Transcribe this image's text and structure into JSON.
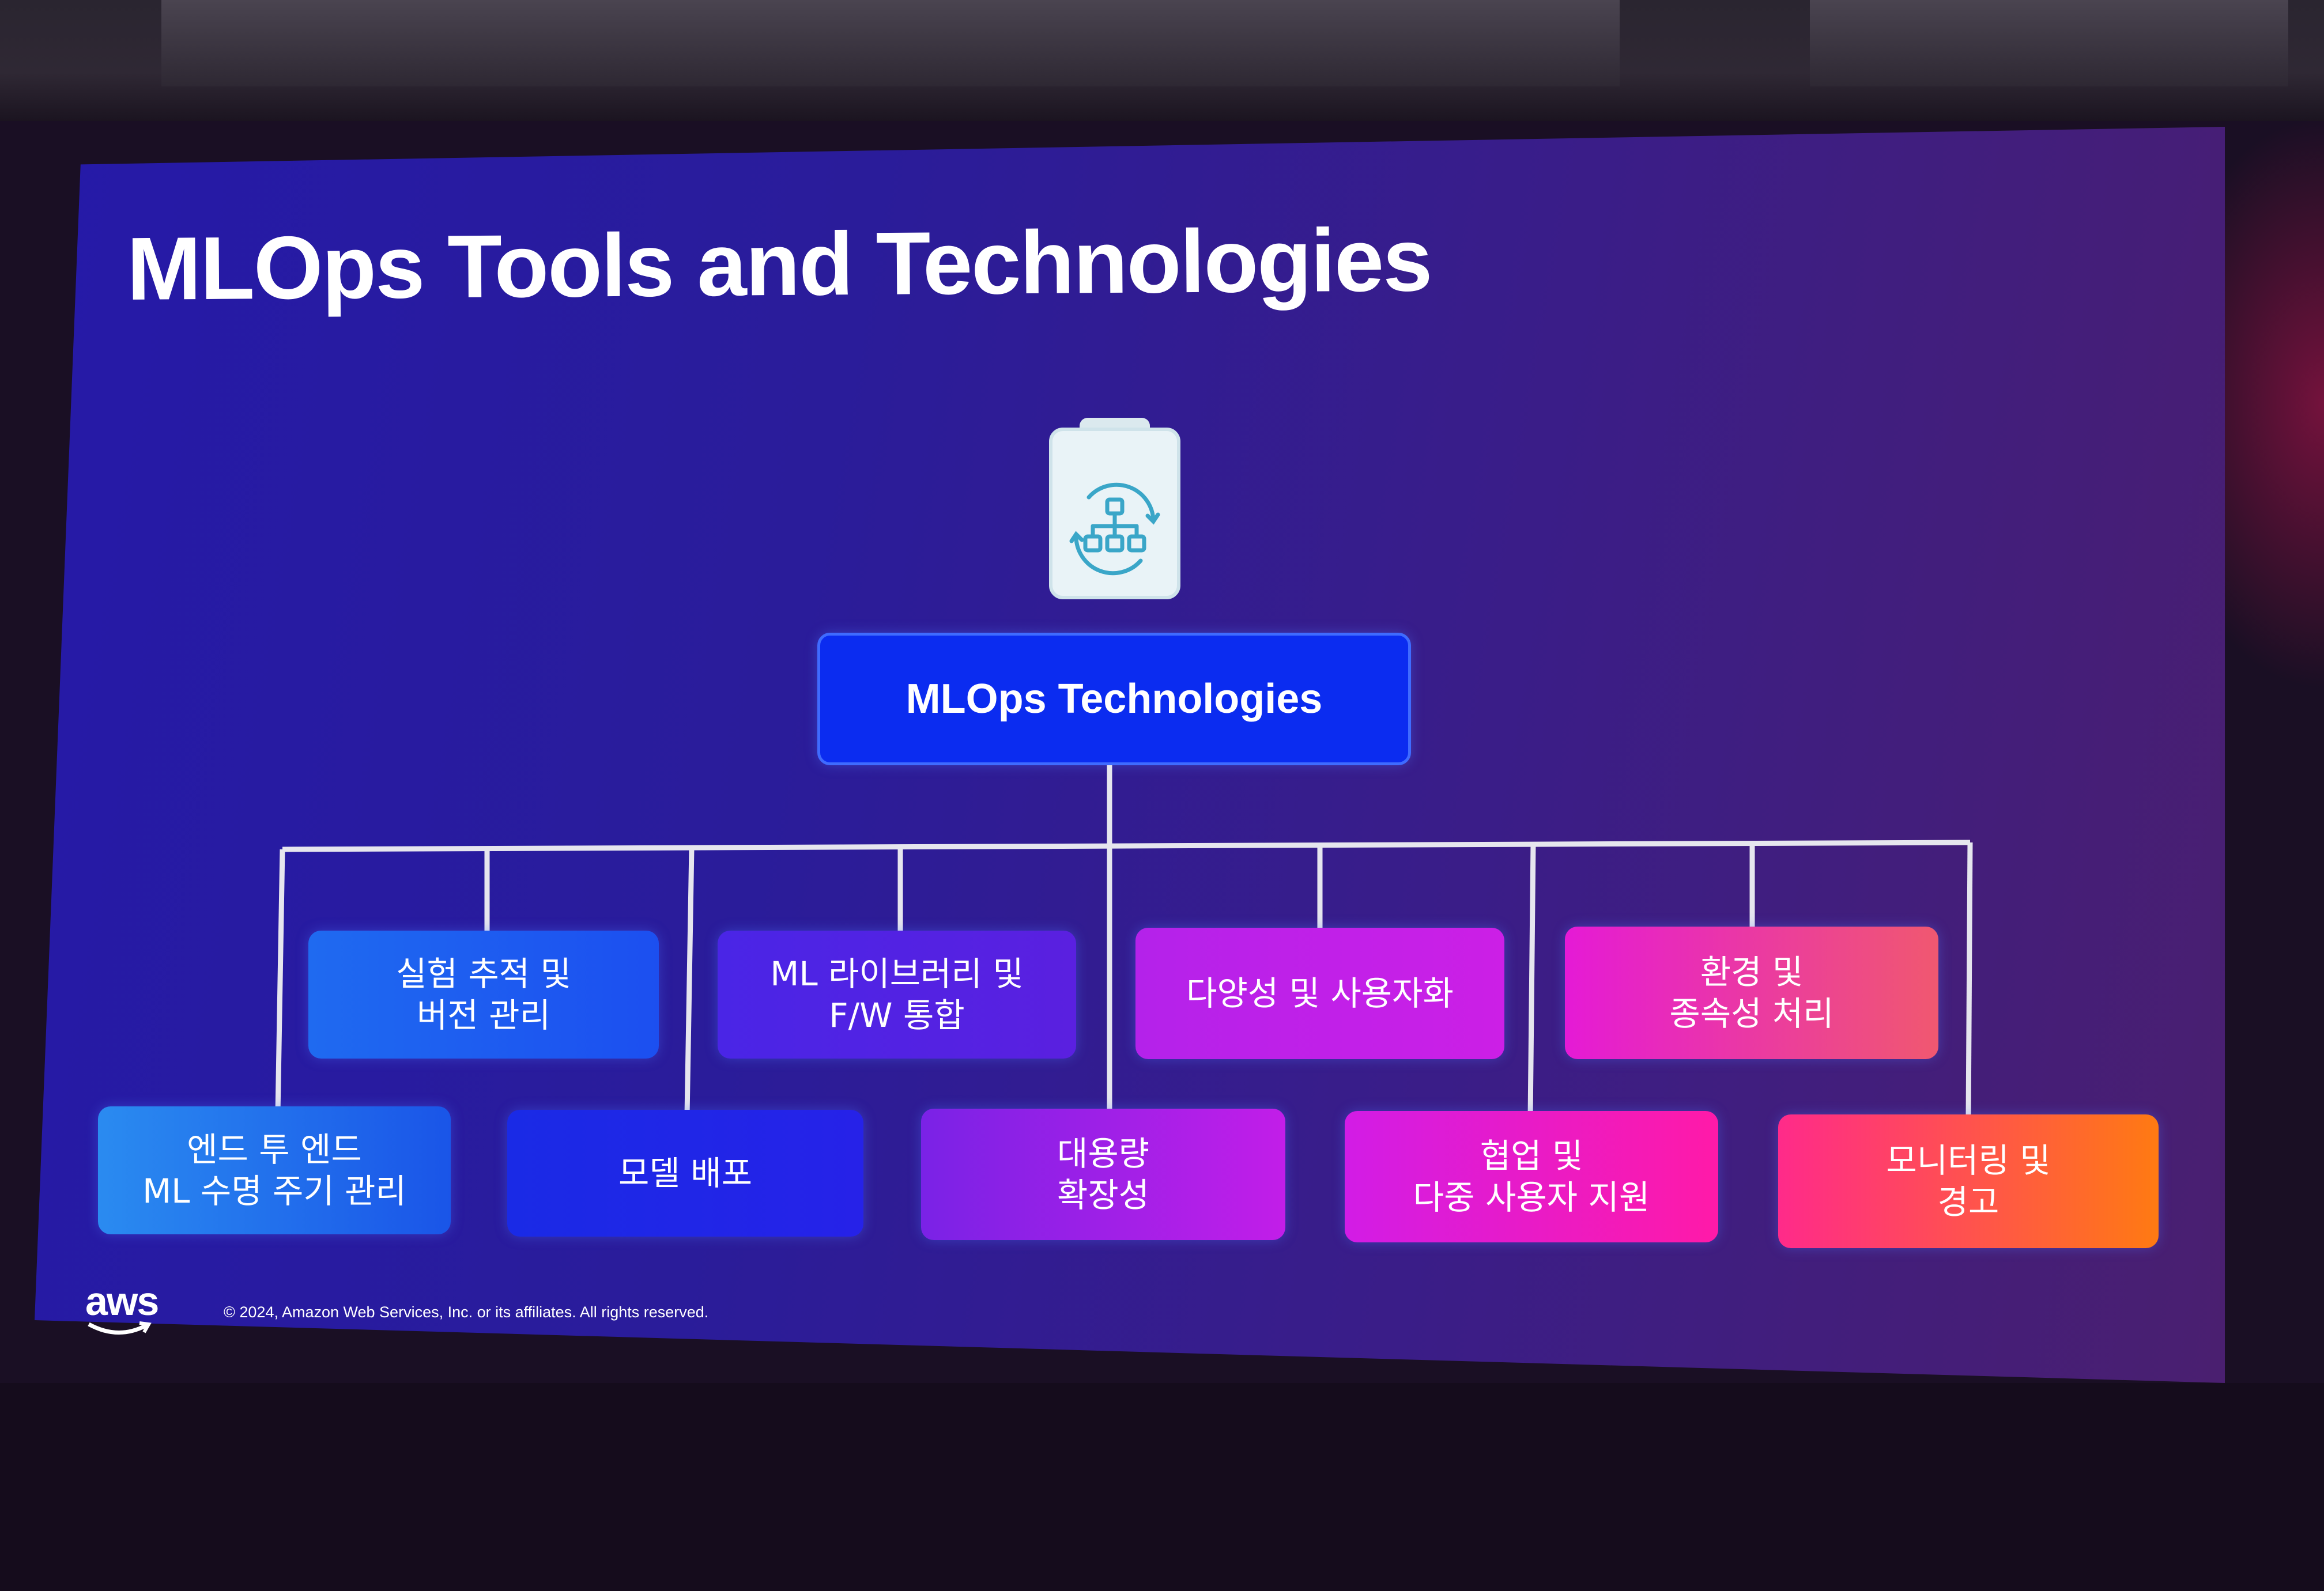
{
  "slide": {
    "title": "MLOps Tools and Technologies",
    "root_node": "MLOps Technologies",
    "root_icon": "clipboard-workflow-icon",
    "nodes": [
      {
        "label": "실험 추적 및\n버전 관리",
        "colors": [
          "#1f6af0",
          "#1c4ff0"
        ]
      },
      {
        "label": "ML 라이브러리 및\nF/W 통합",
        "colors": [
          "#4a25e6",
          "#5a20e0"
        ]
      },
      {
        "label": "다양성 및 사용자화",
        "colors": [
          "#b422ea",
          "#cc1fe6"
        ]
      },
      {
        "label": "환경 및\n종속성 처리",
        "colors": [
          "#e51ad6",
          "#f05870"
        ]
      },
      {
        "label": "엔드 투 엔드\nML 수명 주기 관리",
        "colors": [
          "#2a8bf0",
          "#1a55e8"
        ]
      },
      {
        "label": "모델 배포",
        "colors": [
          "#1a2ae6",
          "#2622e8"
        ]
      },
      {
        "label": "대용량\n확장성",
        "colors": [
          "#7a22e6",
          "#c21ee8"
        ]
      },
      {
        "label": "협업 및\n다중 사용자 지원",
        "colors": [
          "#d21ce6",
          "#ff1aa8"
        ]
      },
      {
        "label": "모니터링 및\n경고",
        "colors": [
          "#ff2a8a",
          "#ff7a12"
        ]
      }
    ],
    "footer": {
      "logo": "aws",
      "copyright": "© 2024, Amazon Web Services, Inc. or its affiliates. All rights reserved."
    },
    "colors": {
      "line": "#e6e6ee",
      "root_fill": "#0b2cf0",
      "icon": "#3aa6c8"
    }
  }
}
